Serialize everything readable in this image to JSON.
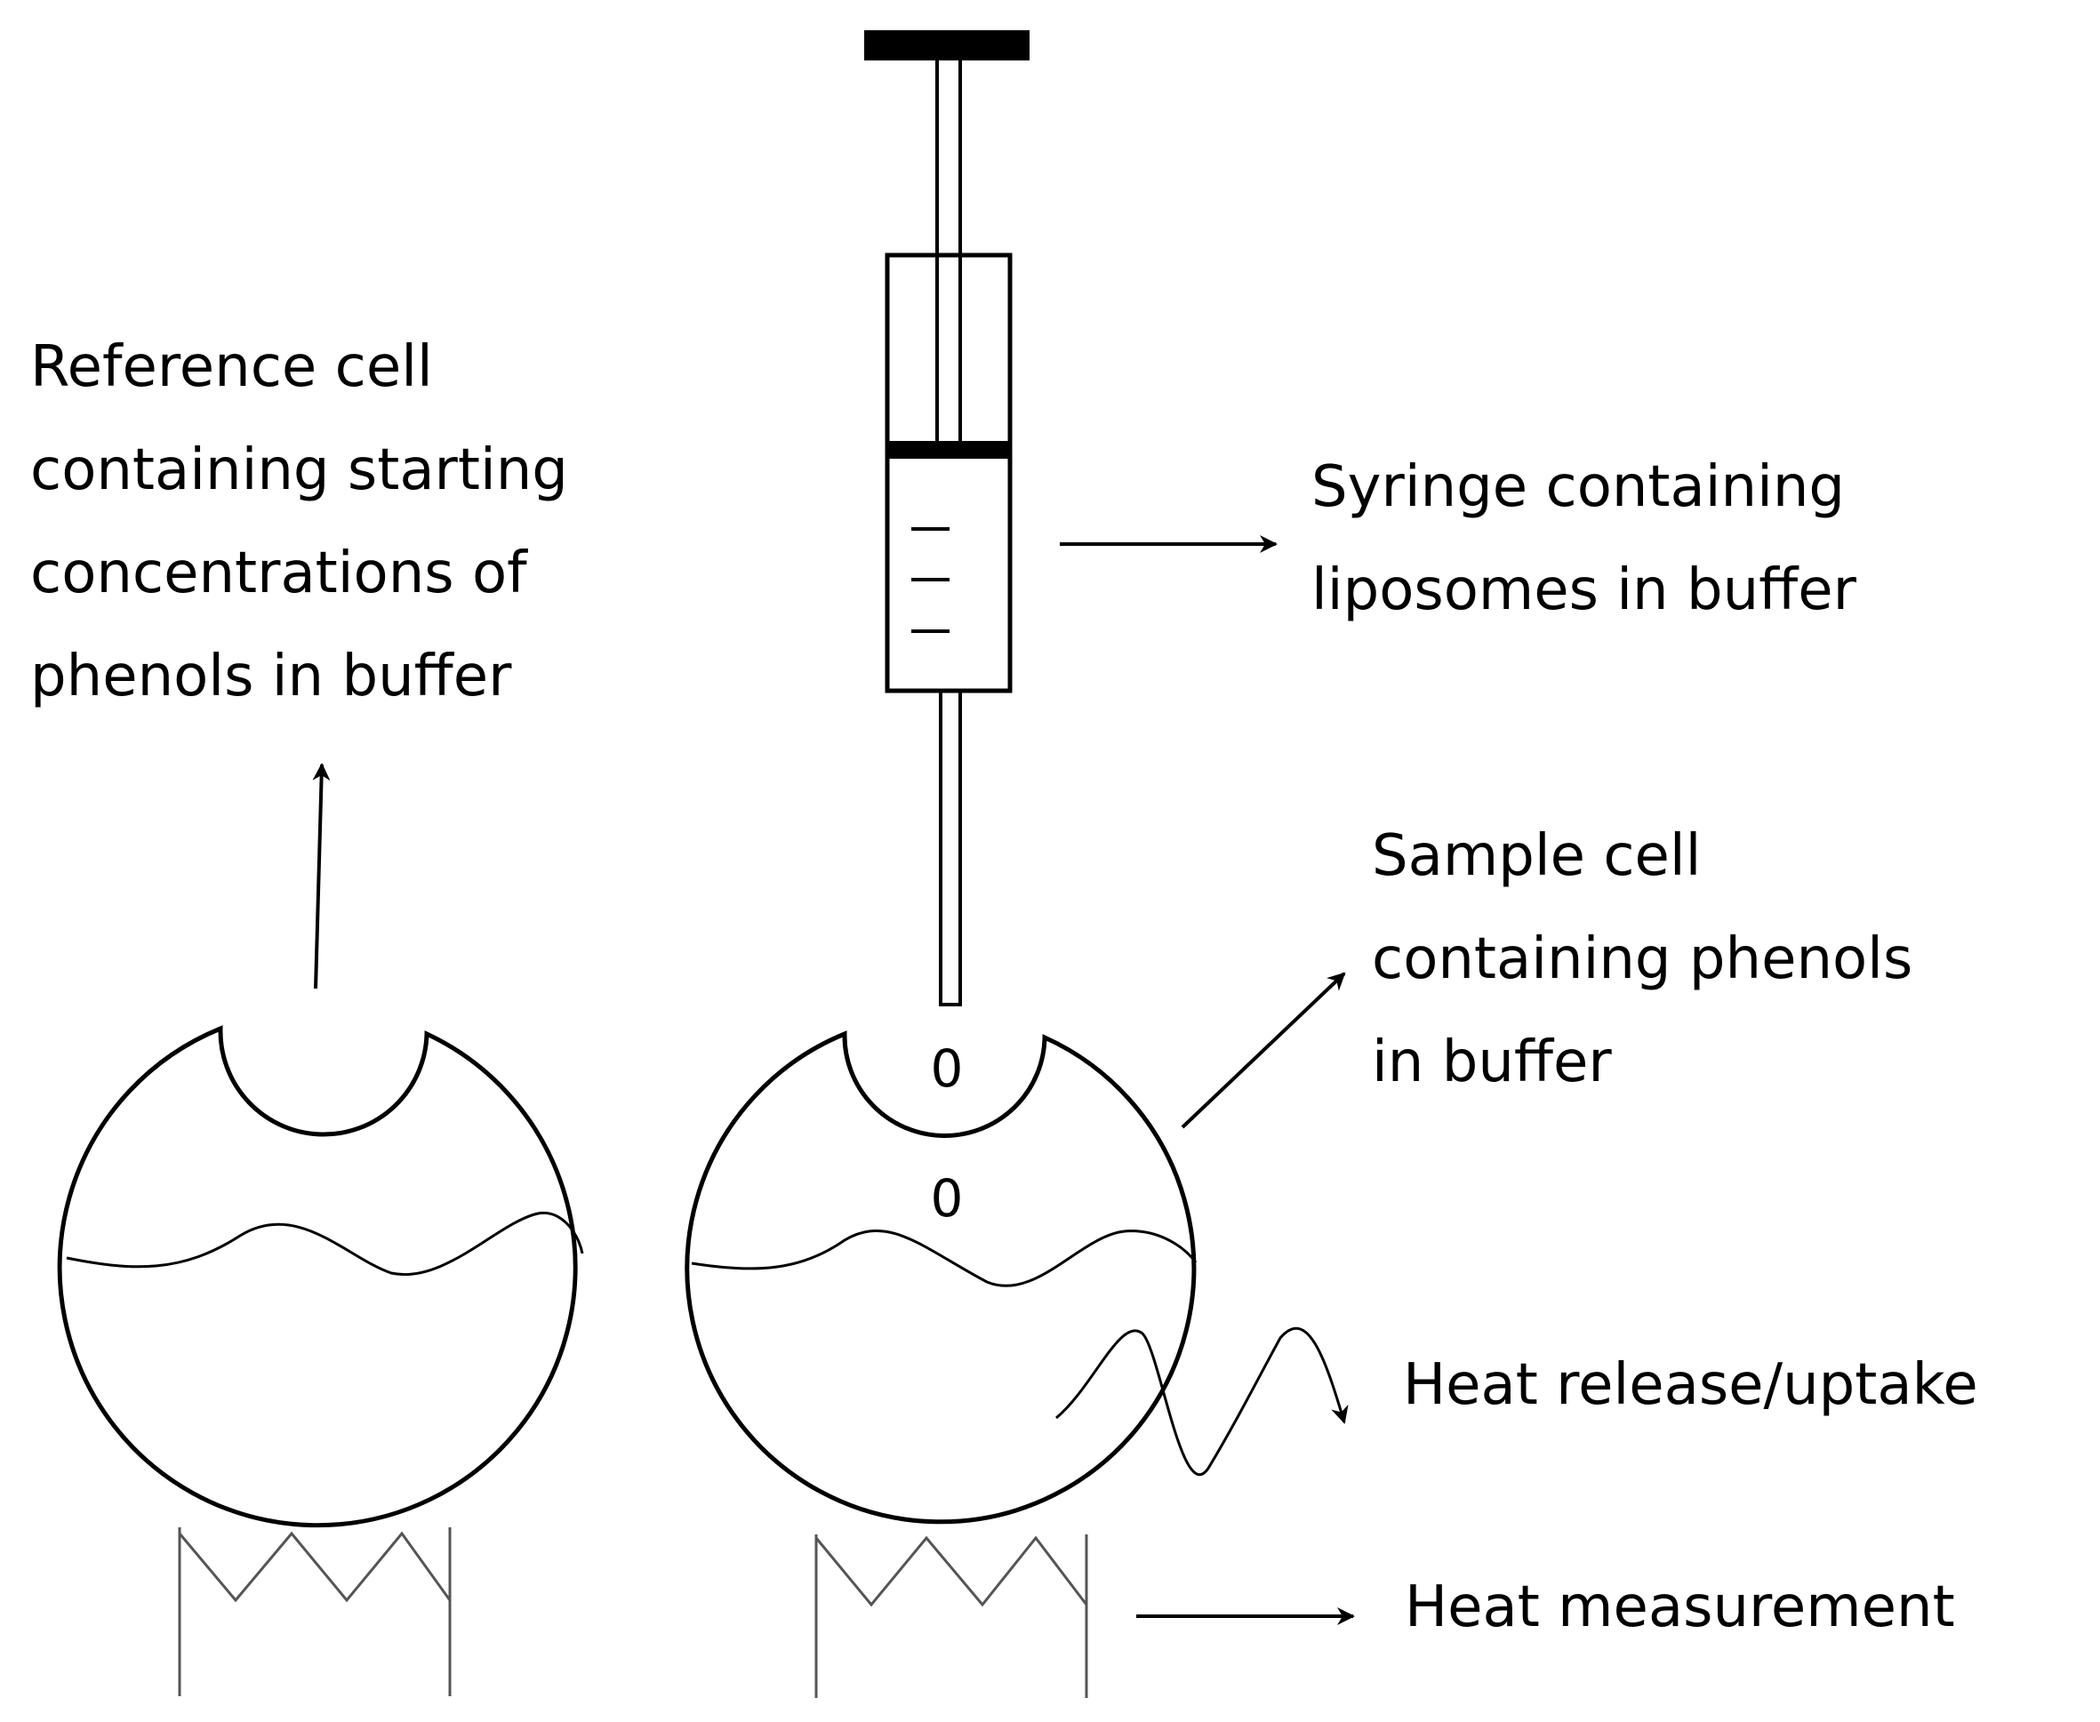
{
  "labels": {
    "reference_cell": [
      "Reference cell",
      "containing starting",
      "concentrations of",
      "phenols in buffer"
    ],
    "syringe": [
      "Syringe containing",
      "liposomes in buffer"
    ],
    "sample_cell": [
      "Sample cell",
      "containing phenols",
      "in buffer"
    ],
    "heat_release": "Heat release/uptake",
    "heat_measurement": "Heat measurement"
  },
  "bubble_text": [
    "0",
    "0"
  ],
  "colors": {
    "stroke": "#000000",
    "background": "#ffffff"
  }
}
